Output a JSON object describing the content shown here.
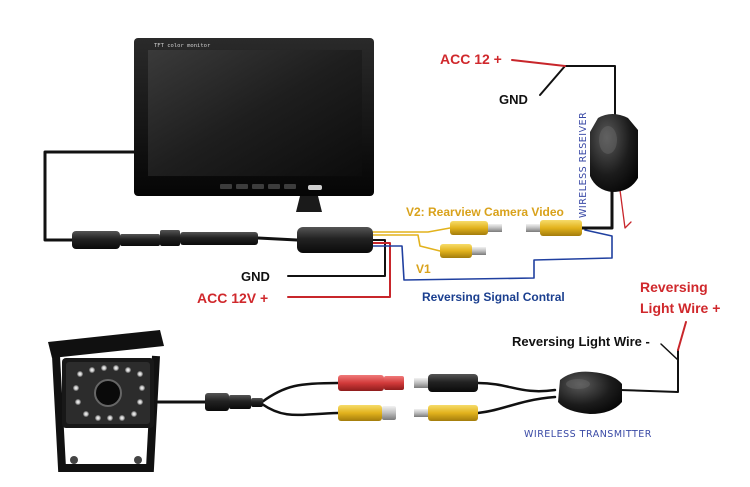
{
  "monitor": {
    "brand_text": "TFT color monitor"
  },
  "labels": {
    "acc12_top": "ACC 12 +",
    "gnd_top": "GND",
    "wireless_receiver": "WIRELESS RESEIVER",
    "v2_video": "V2: Rearview Camera Video",
    "v1": "V1",
    "gnd_mid": "GND",
    "acc12v": "ACC 12V +",
    "reversing_signal": "Reversing Signal Contral",
    "reversing_light_plus_1": "Reversing",
    "reversing_light_plus_2": "Light Wire +",
    "reversing_light_minus": "Reversing Light Wire -",
    "wireless_transmitter": "WIRELESS TRANSMITTER"
  },
  "colors": {
    "wire_black": "#111111",
    "wire_red": "#c8262b",
    "wire_blue": "#2040a0",
    "wire_yellow": "#e2b21c",
    "rca_yellow": "#e9c21a",
    "rca_red": "#d23a3a",
    "label_red": "#d0282c",
    "label_gold": "#d9a21b",
    "label_blue": "#1b3f8f"
  }
}
